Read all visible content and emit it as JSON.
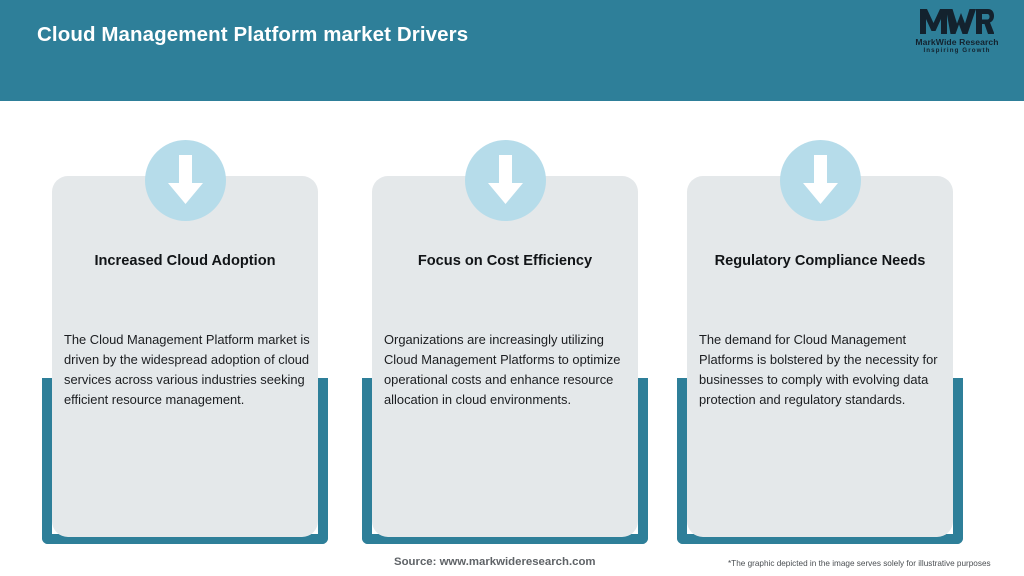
{
  "header": {
    "title": "Cloud Management Platform market Drivers",
    "background_color": "#2e7f99",
    "title_color": "#ffffff"
  },
  "logo": {
    "mark": "MWR",
    "name": "MarkWide Research",
    "tagline": "Inspiring Growth",
    "color": "#13222e"
  },
  "cards": [
    {
      "icon": "down-arrow-icon",
      "title": "Increased Cloud Adoption",
      "body": "The Cloud Management Platform market is driven by the widespread adoption of cloud services across various industries seeking efficient resource management."
    },
    {
      "icon": "down-arrow-icon",
      "title": "Focus on Cost Efficiency",
      "body": "Organizations are increasingly utilizing Cloud Management Platforms to optimize operational costs and enhance resource allocation in cloud environments."
    },
    {
      "icon": "down-arrow-icon",
      "title": "Regulatory Compliance Needs",
      "body": "The demand for Cloud Management Platforms is bolstered by the necessity for businesses to comply with evolving data protection and regulatory standards."
    }
  ],
  "footer": {
    "source": "Source: www.markwideresearch.com",
    "disclaimer": "*The graphic depicted in the image serves solely for illustrative purposes"
  },
  "colors": {
    "accent_teal": "#2e7f99",
    "badge_blue": "#b6dcea",
    "card_grey": "#e4e8ea",
    "page_background": "#ffffff"
  }
}
